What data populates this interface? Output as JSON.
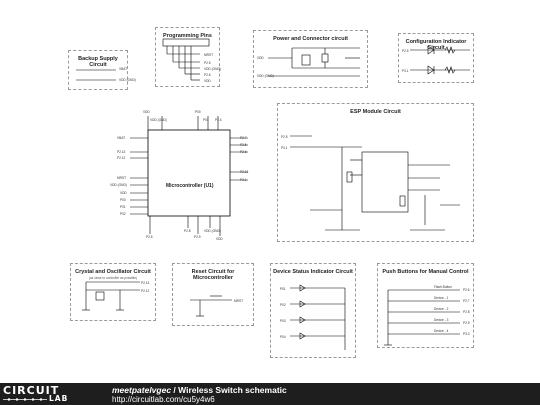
{
  "blocks": {
    "backup": {
      "title": "Backup Supply Circuit",
      "labels": [
        "VBAT",
        "VDD (GND)"
      ]
    },
    "programming": {
      "title": "Programming Pins",
      "labels": [
        "MRST",
        "P2.5",
        "VDD (GND)",
        "P2.6",
        "VDD"
      ]
    },
    "power": {
      "title": "Power and Connector circuit",
      "labels": [
        "VDD",
        "VDD (GND)"
      ]
    },
    "config": {
      "title": "Configuration Indicator Circuit",
      "labels": [
        "P2.5",
        "P3.1"
      ]
    },
    "mcu": {
      "label": "Microcontroller (U1)",
      "top_pins": [
        "VDD",
        "VDD (GND)",
        "P00",
        "P01",
        "P2.4"
      ],
      "left_pins": [
        "VBAT",
        "P2.13",
        "P2.12",
        "MRST",
        "VDD (GND)",
        "VDD",
        "P00",
        "P01",
        "P02"
      ],
      "right_pins": [
        "P2.7",
        "P2.5",
        "P2.6",
        "P2.13",
        "P3.1"
      ],
      "bottom_pins": [
        "P2.6",
        "P2.8",
        "P2.9",
        "VDD (GND)",
        "VDD"
      ]
    },
    "esp": {
      "title": "ESP Module Circuit",
      "labels": [
        "P2.5",
        "P3.1"
      ]
    },
    "crystal": {
      "title": "Crystal and Oscillator Circuit",
      "sub": "(as close to controller as possible)",
      "labels": [
        "P2.13",
        "P2.12"
      ]
    },
    "reset": {
      "title": "Reset Circuit for Microcontroller",
      "labels": [
        "MRST"
      ]
    },
    "status": {
      "title": "Device Status Indicator Circuit",
      "labels": [
        "P01",
        "P02",
        "P03",
        "P04"
      ]
    },
    "buttons": {
      "title": "Push Buttons for Manual Control",
      "labels": [
        "Flash Button",
        "Device - 1",
        "Device - 2",
        "Device - 3",
        "Device - 4",
        "P2.6",
        "P2.7",
        "P2.8",
        "P2.9",
        "P3.0"
      ]
    }
  },
  "footer": {
    "logo_top": "CIRCUIT",
    "logo_bottom": "LAB",
    "author": "meetpatelvgec",
    "separator": " / ",
    "title": "Wireless Switch schematic",
    "url": "http://circuitlab.com/cu5y4w6"
  },
  "colors": {
    "footer_bg": "#1e1e1e",
    "wire": "#000000",
    "block_border": "#9a9a9a"
  }
}
